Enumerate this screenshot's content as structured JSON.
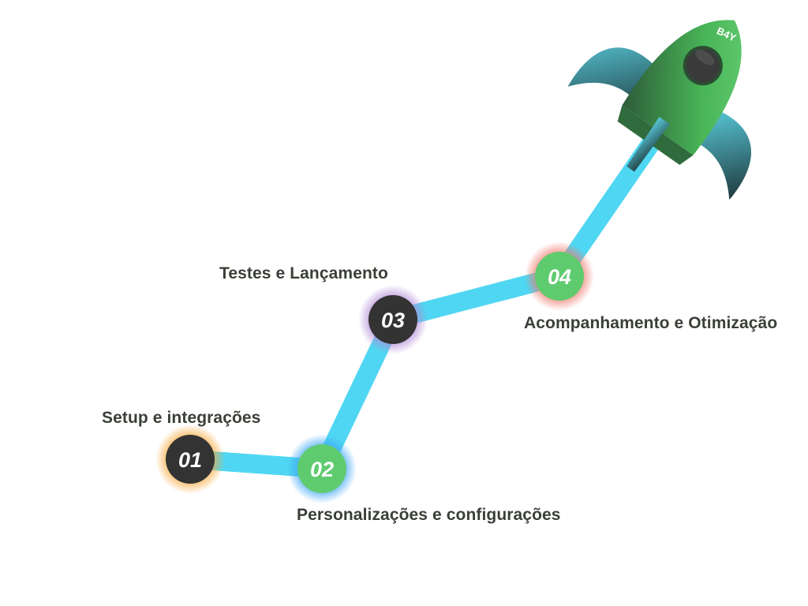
{
  "steps": [
    {
      "number": "01",
      "label": "Setup e integrações",
      "node_color": "#333333",
      "glow_color": "#f7a93b"
    },
    {
      "number": "02",
      "label": "Personalizações e configurações",
      "node_color": "#5fcb6f",
      "glow_color": "#3fa6f5"
    },
    {
      "number": "03",
      "label": "Testes e Lançamento",
      "node_color": "#333333",
      "glow_color": "#b08ad6"
    },
    {
      "number": "04",
      "label": "Acompanhamento e Otimização",
      "node_color": "#5fcb6f",
      "glow_color": "#ee7b6e"
    }
  ],
  "rocket": {
    "brand": "B4Y",
    "body_color": "#4fbf5c",
    "fin_color": "#2e4a4a"
  },
  "colors": {
    "path": "#4fd6f2",
    "label_text": "#3a3f37"
  }
}
